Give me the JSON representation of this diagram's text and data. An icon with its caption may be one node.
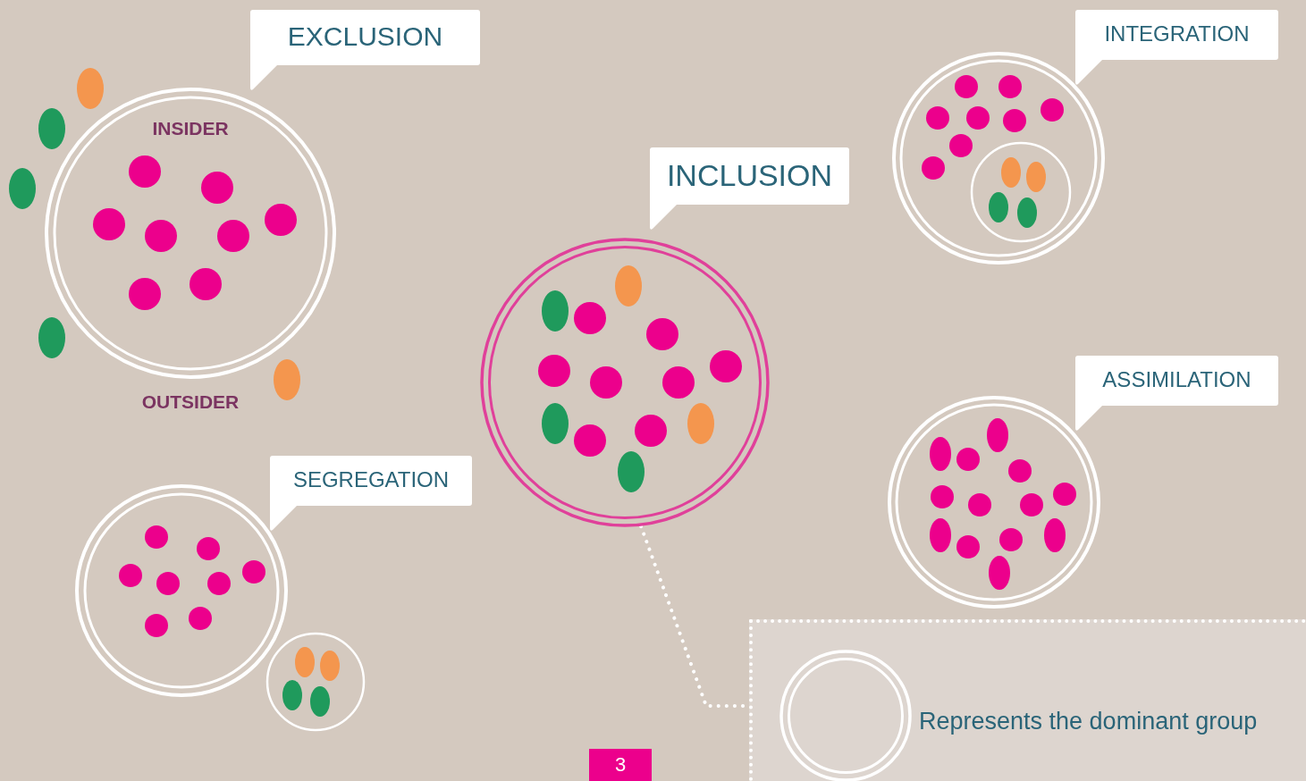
{
  "diagram": {
    "nodes": [
      {
        "text": [
          "EXCLUSION"
        ]
      },
      {
        "text": [
          "INTEGRATION"
        ]
      },
      {
        "text": [
          "INCLUSION"
        ]
      },
      {
        "text": [
          "ASSIMILATION"
        ]
      },
      {
        "text": [
          "SEGREGATION"
        ]
      },
      {
        "text": [],
        "shape": "circle"
      },
      {
        "text": [
          "Represents the dominant group"
        ]
      },
      {
        "text": [],
        "shape": "circle",
        "in": 6
      },
      {
        "text": [
          "3"
        ]
      }
    ],
    "edges": [
      {
        "from": 5,
        "to": 6,
        "arrow": "none",
        "style": "dashed"
      }
    ],
    "labels": [
      "INSIDER",
      "OUTSIDER"
    ]
  }
}
